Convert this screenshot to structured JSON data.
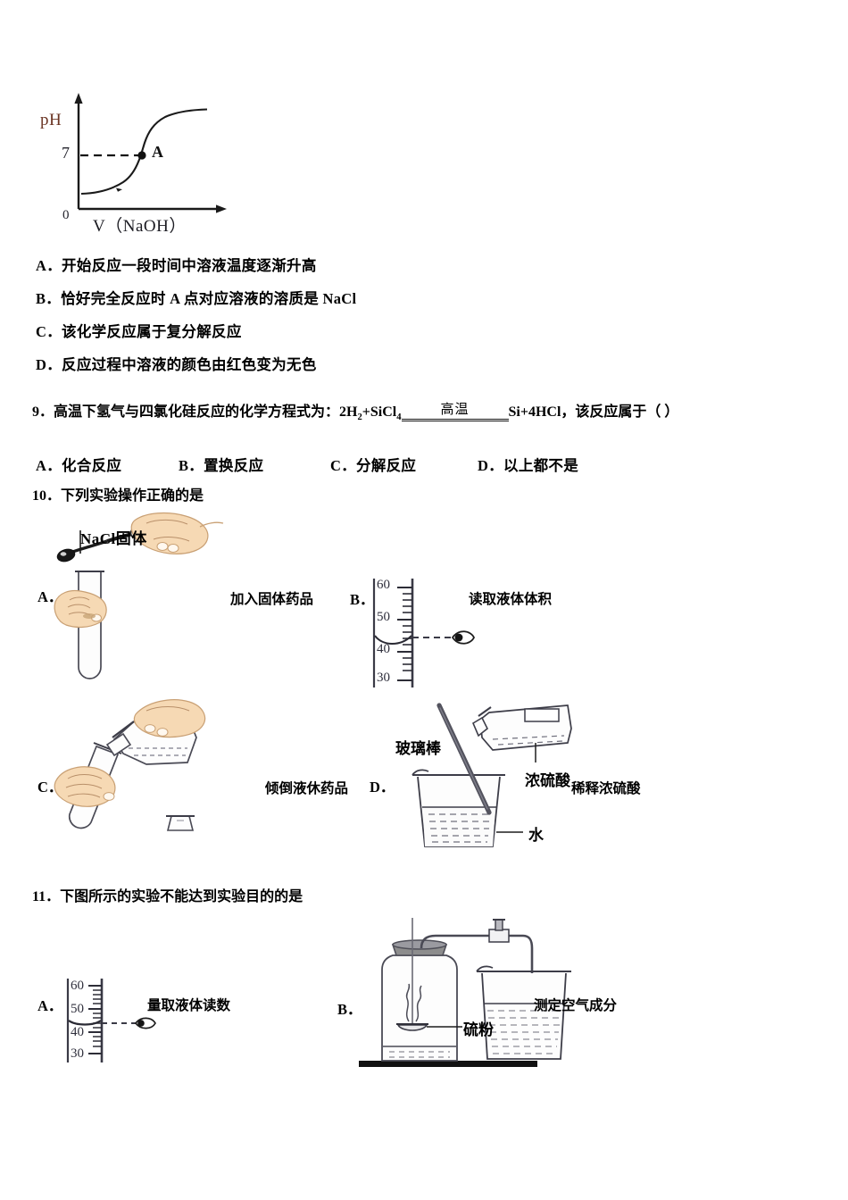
{
  "document": {
    "type": "chemistry-exam-page",
    "language": "zh-CN"
  },
  "question8": {
    "options": [
      "A．开始反应一段时间中溶液温度逐渐升高",
      "B．恰好完全反应时 A 点对应溶液的溶质是 NaCl",
      "C．该化学反应属于复分解反应",
      "D．反应过程中溶液的颜色由红色变为无色"
    ]
  },
  "chart_data": {
    "type": "line",
    "title": "",
    "xlabel": "V（NaOH）",
    "ylabel": "pH",
    "ylabel_color": "#7a3b28",
    "origin_label": "0",
    "ytick_labels": [
      "7"
    ],
    "annotations": [
      {
        "label": "A",
        "x": 7.0,
        "y": 7,
        "marker": "filled-circle"
      }
    ],
    "guide_lines": [
      {
        "orientation": "horizontal",
        "y": 7,
        "style": "dashed",
        "from_x": 0,
        "to_x": 7.0
      }
    ],
    "xlim": [
      0,
      12
    ],
    "ylim": [
      0,
      14
    ],
    "grid": false,
    "legend": null,
    "series": [
      {
        "name": "pH titration curve",
        "x": [
          0.2,
          1.0,
          2.0,
          3.0,
          4.0,
          5.0,
          5.8,
          6.4,
          6.8,
          7.0,
          7.2,
          7.6,
          8.2,
          9.2,
          10.4,
          11.6
        ],
        "y": [
          1.4,
          1.45,
          1.55,
          1.7,
          1.9,
          2.2,
          2.8,
          4.0,
          5.6,
          7.0,
          8.4,
          10.0,
          11.2,
          11.9,
          12.3,
          12.45
        ]
      }
    ]
  },
  "question9": {
    "number": "9．",
    "stem_before": "高温下氢气与四氯化硅反应的化学方程式为：",
    "reactants": "2H₂+SiCl₄",
    "condition": "高温",
    "products": "Si+4HCl",
    "stem_after": "，该反应属于（      ）",
    "options": [
      "A．化合反应",
      "B．置换反应",
      "C．分解反应",
      "D．以上都不是"
    ]
  },
  "question10": {
    "number": "10．",
    "stem": "下列实验操作正确的是",
    "options": [
      {
        "letter": "A．",
        "caption": "加入固体药品",
        "diagram": "spoon-adding-solid-to-test-tube",
        "figure_labels": [
          "NaCl固体"
        ]
      },
      {
        "letter": "B．",
        "caption": "读取液体体积",
        "diagram": "graduated-cylinder-eye-level-reading",
        "scale_labels": [
          "60",
          "50",
          "40",
          "30"
        ]
      },
      {
        "letter": "C．",
        "caption": "倾倒液休药品",
        "diagram": "pouring-liquid-from-bottle-into-test-tube",
        "figure_labels": []
      },
      {
        "letter": "D．",
        "caption": "稀释浓硫酸",
        "diagram": "diluting-concentrated-sulfuric-acid-in-beaker",
        "figure_labels": [
          "玻璃棒",
          "浓硫酸",
          "水"
        ]
      }
    ]
  },
  "question11": {
    "number": "11．",
    "stem": "下图所示的实验不能达到实验目的的是",
    "options": [
      {
        "letter": "A．",
        "caption": "量取液体读数",
        "diagram": "graduated-cylinder-eye-level-reading",
        "scale_labels": [
          "60",
          "50",
          "40",
          "30"
        ]
      },
      {
        "letter": "B．",
        "caption": "测定空气成分",
        "diagram": "burning-sulfur-in-sealed-jar-connected-to-water-beaker",
        "figure_labels": [
          "硫粉"
        ]
      }
    ]
  },
  "colors": {
    "ink": "#000000",
    "line": "#2d2d37",
    "skin": "#f6d9b4",
    "skin_outline": "#c9a074",
    "glass": "#4a4a55",
    "metal_gray": "#8d8d8d",
    "red_accent": "#9e2b1b"
  }
}
